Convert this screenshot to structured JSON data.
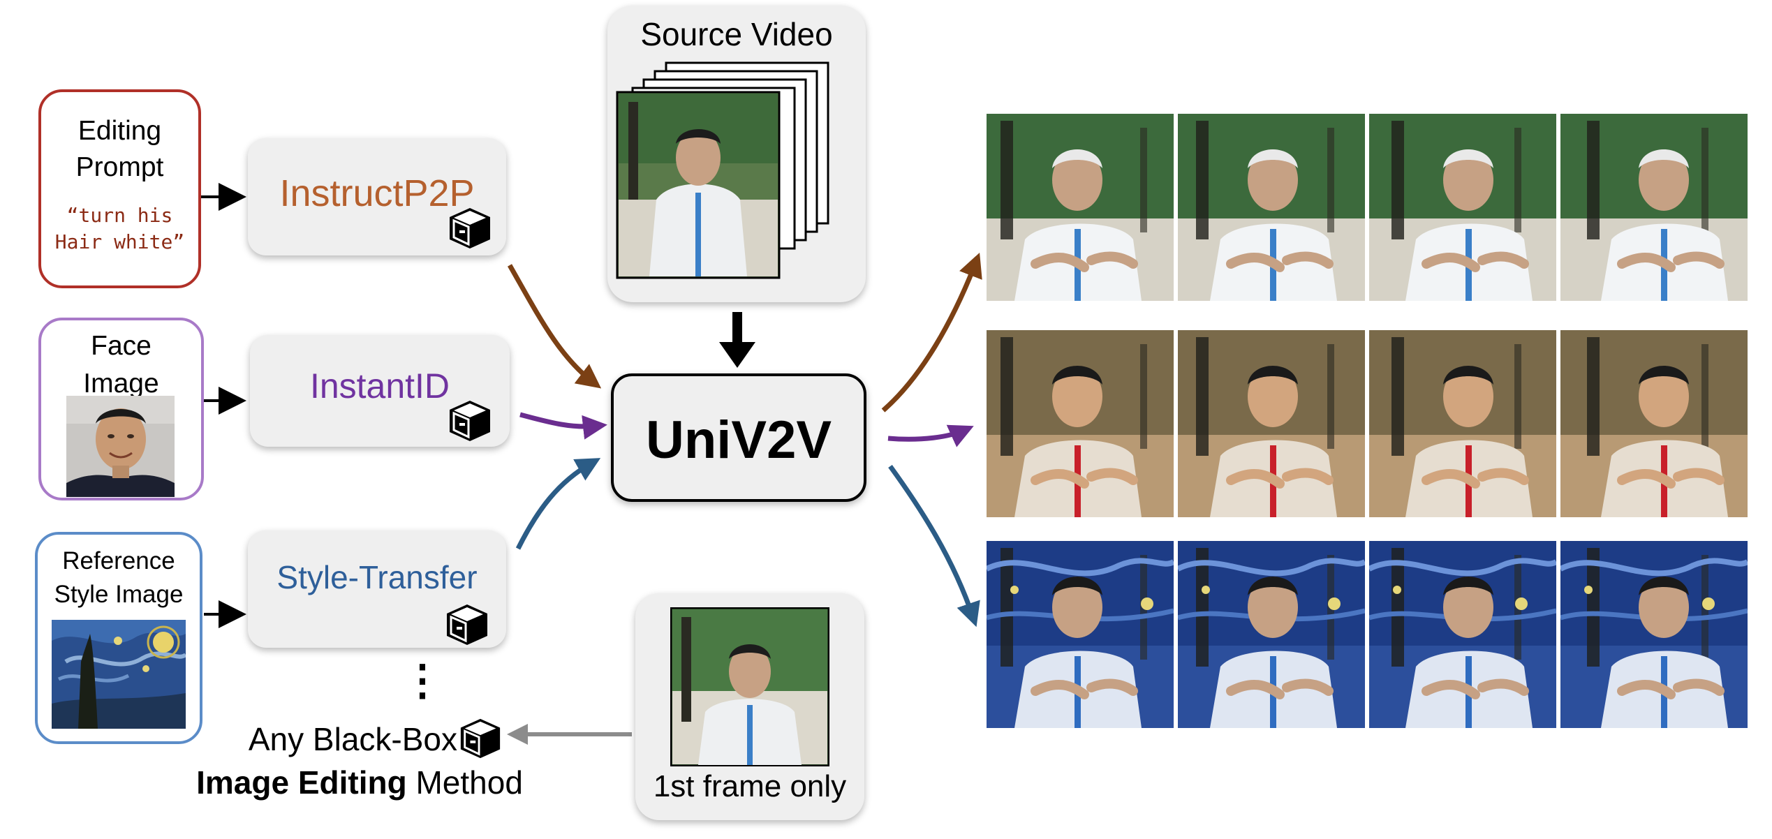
{
  "source_video": {
    "label": "Source Video"
  },
  "core": {
    "label": "UniV2V"
  },
  "inputs": [
    {
      "title": "Editing\nPrompt",
      "prompt": "“turn his\nHair white”",
      "border_color": "#b03028",
      "method": "InstructP2P",
      "method_color": "#b5602e",
      "arrow_color": "#7b4014"
    },
    {
      "title": "Face\nImage",
      "border_color": "#a87ac8",
      "method": "InstantID",
      "method_color": "#7033a0",
      "arrow_color": "#6a2d8f"
    },
    {
      "title": "Reference\nStyle Image",
      "border_color": "#5b8cc8",
      "method": "Style-Transfer",
      "method_color": "#2e5f9a",
      "arrow_color": "#2b5c86"
    }
  ],
  "any_method": {
    "line1": "Any Black-Box",
    "line2_bold": "Image Editing",
    "line2_rest": " Method",
    "ellipsis": "⋮"
  },
  "first_frame": {
    "label": "1st frame only"
  },
  "outputs": [
    {
      "row": "white-hair",
      "frames": 4
    },
    {
      "row": "face-swap",
      "frames": 4
    },
    {
      "row": "starry-style",
      "frames": 4
    }
  ],
  "colors": {
    "black_arrow": "#000000",
    "gray_arrow": "#8c8c8c",
    "box_fill": "#efefef"
  }
}
